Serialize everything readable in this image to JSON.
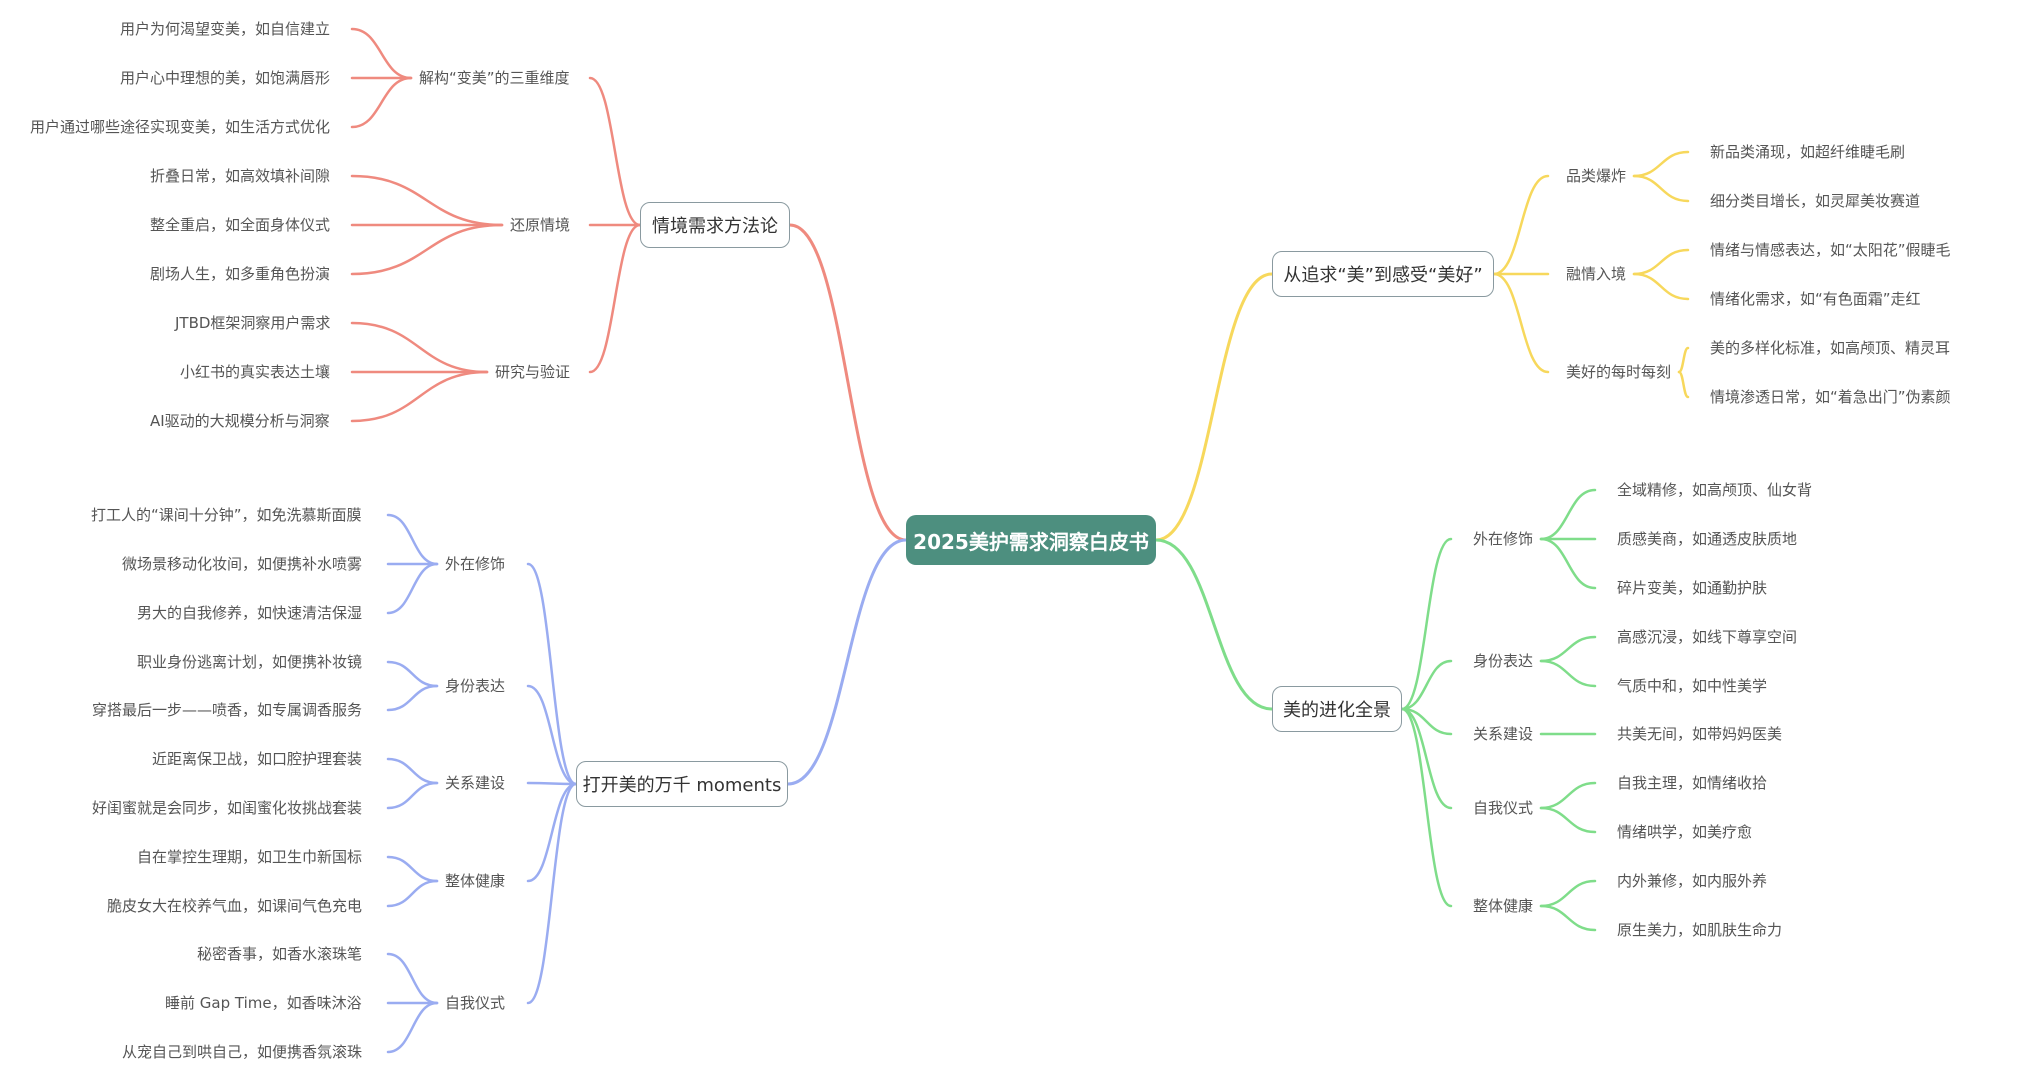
{
  "root": "2025美护需求洞察白皮书",
  "colors": {
    "root_bg": "#4d8f7f",
    "red": "#ef8a7f",
    "yellow": "#f7d85c",
    "blue": "#9aacf1",
    "green": "#7fdd8a"
  },
  "branches": [
    {
      "label": "情境需求方法论",
      "subs": [
        {
          "label": "解构“变美”的三重维度",
          "leaves": [
            "用户为何渴望变美，如自信建立",
            "用户心中理想的美，如饱满唇形",
            "用户通过哪些途径实现变美，如生活方式优化"
          ]
        },
        {
          "label": "还原情境",
          "leaves": [
            "折叠日常，如高效填补间隙",
            "整全重启，如全面身体仪式",
            "剧场人生，如多重角色扮演"
          ]
        },
        {
          "label": "研究与验证",
          "leaves": [
            "JTBD框架洞察用户需求",
            "小红书的真实表达土壤",
            "AI驱动的大规模分析与洞察"
          ]
        }
      ]
    },
    {
      "label": "打开美的万千 moments",
      "subs": [
        {
          "label": "外在修饰",
          "leaves": [
            "打工人的“课间十分钟”，如免洗慕斯面膜",
            "微场景移动化妆间，如便携补水喷雾",
            "男大的自我修养，如快速清洁保湿"
          ]
        },
        {
          "label": "身份表达",
          "leaves": [
            "职业身份逃离计划，如便携补妆镜",
            "穿搭最后一步——喷香，如专属调香服务"
          ]
        },
        {
          "label": "关系建设",
          "leaves": [
            "近距离保卫战，如口腔护理套装",
            "好闺蜜就是会同步，如闺蜜化妆挑战套装"
          ]
        },
        {
          "label": "整体健康",
          "leaves": [
            "自在掌控生理期，如卫生巾新国标",
            "脆皮女大在校养气血，如课间气色充电"
          ]
        },
        {
          "label": "自我仪式",
          "leaves": [
            "秘密香事，如香水滚珠笔",
            "睡前 Gap Time，如香味沐浴",
            "从宠自己到哄自己，如便携香氛滚珠"
          ]
        }
      ]
    },
    {
      "label": "从追求“美”到感受“美好”",
      "subs": [
        {
          "label": "品类爆炸",
          "leaves": [
            "新品类涌现，如超纤维睫毛刷",
            "细分类目增长，如灵犀美妆赛道"
          ]
        },
        {
          "label": "融情入境",
          "leaves": [
            "情绪与情感表达，如“太阳花”假睫毛",
            "情绪化需求，如“有色面霜”走红"
          ]
        },
        {
          "label": "美好的每时每刻",
          "leaves": [
            "美的多样化标准，如高颅顶、精灵耳",
            "情境渗透日常，如“着急出门”伪素颜"
          ]
        }
      ]
    },
    {
      "label": "美的进化全景",
      "subs": [
        {
          "label": "外在修饰",
          "leaves": [
            "全域精修，如高颅顶、仙女背",
            "质感美商，如通透皮肤质地",
            "碎片变美，如通勤护肤"
          ]
        },
        {
          "label": "身份表达",
          "leaves": [
            "高感沉浸，如线下尊享空间",
            "气质中和，如中性美学"
          ]
        },
        {
          "label": "关系建设",
          "leaves": [
            "共美无间，如带妈妈医美"
          ]
        },
        {
          "label": "自我仪式",
          "leaves": [
            "自我主理，如情绪收拾",
            "情绪哄学，如美疗愈"
          ]
        },
        {
          "label": "整体健康",
          "leaves": [
            "内外兼修，如内服外养",
            "原生美力，如肌肤生命力"
          ]
        }
      ]
    }
  ]
}
